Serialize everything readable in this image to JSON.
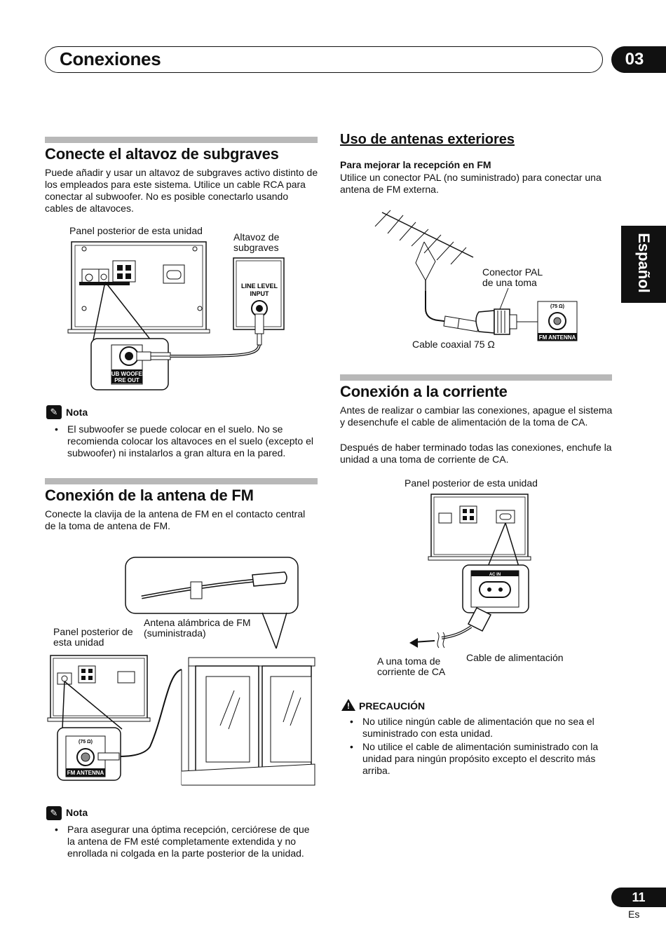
{
  "header": {
    "title": "Conexiones",
    "chapter": "03"
  },
  "side_tab": "Español",
  "subwoofer": {
    "title": "Conecte el altavoz de subgraves",
    "body": "Puede añadir y usar un altavoz de subgraves activo distinto de los empleados para este sistema. Utilice un cable RCA para conectar al subwoofer. No es posible conectarlo usando cables de altavoces.",
    "figure": {
      "panel_caption": "Panel posterior de esta unidad",
      "speaker_caption": "Altavoz de subgraves",
      "line_level_label": "LINE LEVEL INPUT",
      "sub_out_label": "SUB WOOFER PRE OUT"
    },
    "note": {
      "label": "Nota",
      "items": [
        "El subwoofer se puede colocar en el suelo. No se recomienda colocar los altavoces en el suelo (excepto el subwoofer) ni instalarlos a gran altura en la pared."
      ]
    }
  },
  "fm": {
    "title": "Conexión de la antena de FM",
    "body": "Conecte la clavija de la antena de FM en el contacto central de la toma de antena de FM.",
    "figure": {
      "panel_caption": "Panel posterior de esta unidad",
      "antenna_caption": "Antena alámbrica de FM (suministrada)",
      "ohm_label": "(75 Ω)",
      "jack_label": "FM ANTENNA"
    },
    "note": {
      "label": "Nota",
      "items": [
        "Para asegurar una óptima recepción, cerciórese de que la antena de FM esté completamente extendida y no enrollada ni colgada en la parte posterior de la unidad."
      ]
    }
  },
  "outdoor": {
    "title": "Uso de antenas exteriores",
    "subtitle": "Para mejorar la recepción en FM",
    "body": "Utilice un conector PAL (no suministrado) para conectar una antena de FM externa.",
    "figure": {
      "connector_caption": "Conector PAL de una toma",
      "cable_caption": "Cable coaxial 75 Ω",
      "ohm_label": "(75 Ω)",
      "jack_label": "FM ANTENNA"
    }
  },
  "power": {
    "title": "Conexión a la corriente",
    "body1": "Antes de realizar o cambiar las conexiones, apague el sistema y desenchufe el cable de alimentación de la toma de CA.",
    "body2": "Después de haber terminado todas las conexiones, enchufe la unidad a una toma de corriente de CA.",
    "figure": {
      "panel_caption": "Panel posterior de esta unidad",
      "outlet_caption": "A una toma de corriente de CA",
      "cord_caption": "Cable de alimentación",
      "ac_label": "AC IN"
    },
    "caution": {
      "label": "PRECAUCIÓN",
      "items": [
        "No utilice ningún cable de alimentación que no sea el suministrado con esta unidad.",
        "No utilice el cable de alimentación suministrado con la unidad para ningún propósito excepto el descrito más arriba."
      ]
    }
  },
  "footer": {
    "page": "11",
    "lang": "Es"
  }
}
